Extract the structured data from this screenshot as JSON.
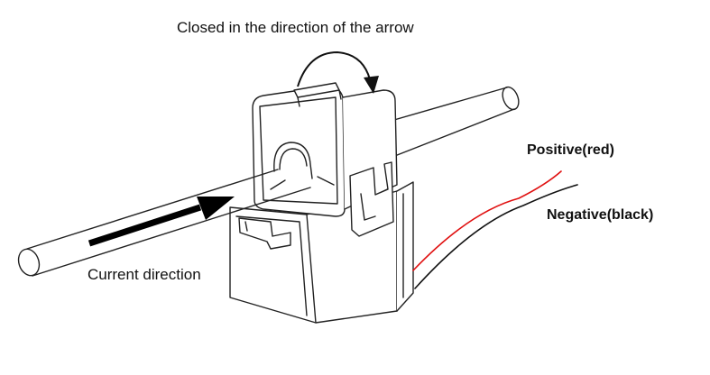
{
  "labels": {
    "rotation": "Closed in the direction of the arrow",
    "current": "Current direction",
    "positive": "Positive(red)",
    "negative": "Negative(black)"
  },
  "colors": {
    "outline": "#222222",
    "positive_wire": "#e01010",
    "negative_wire": "#111111",
    "current_arrow": "#000000",
    "background": "#ffffff"
  },
  "icons": {
    "rotation_arrow": "curved-arrow-clockwise",
    "current_arrow": "straight-arrow-right"
  }
}
